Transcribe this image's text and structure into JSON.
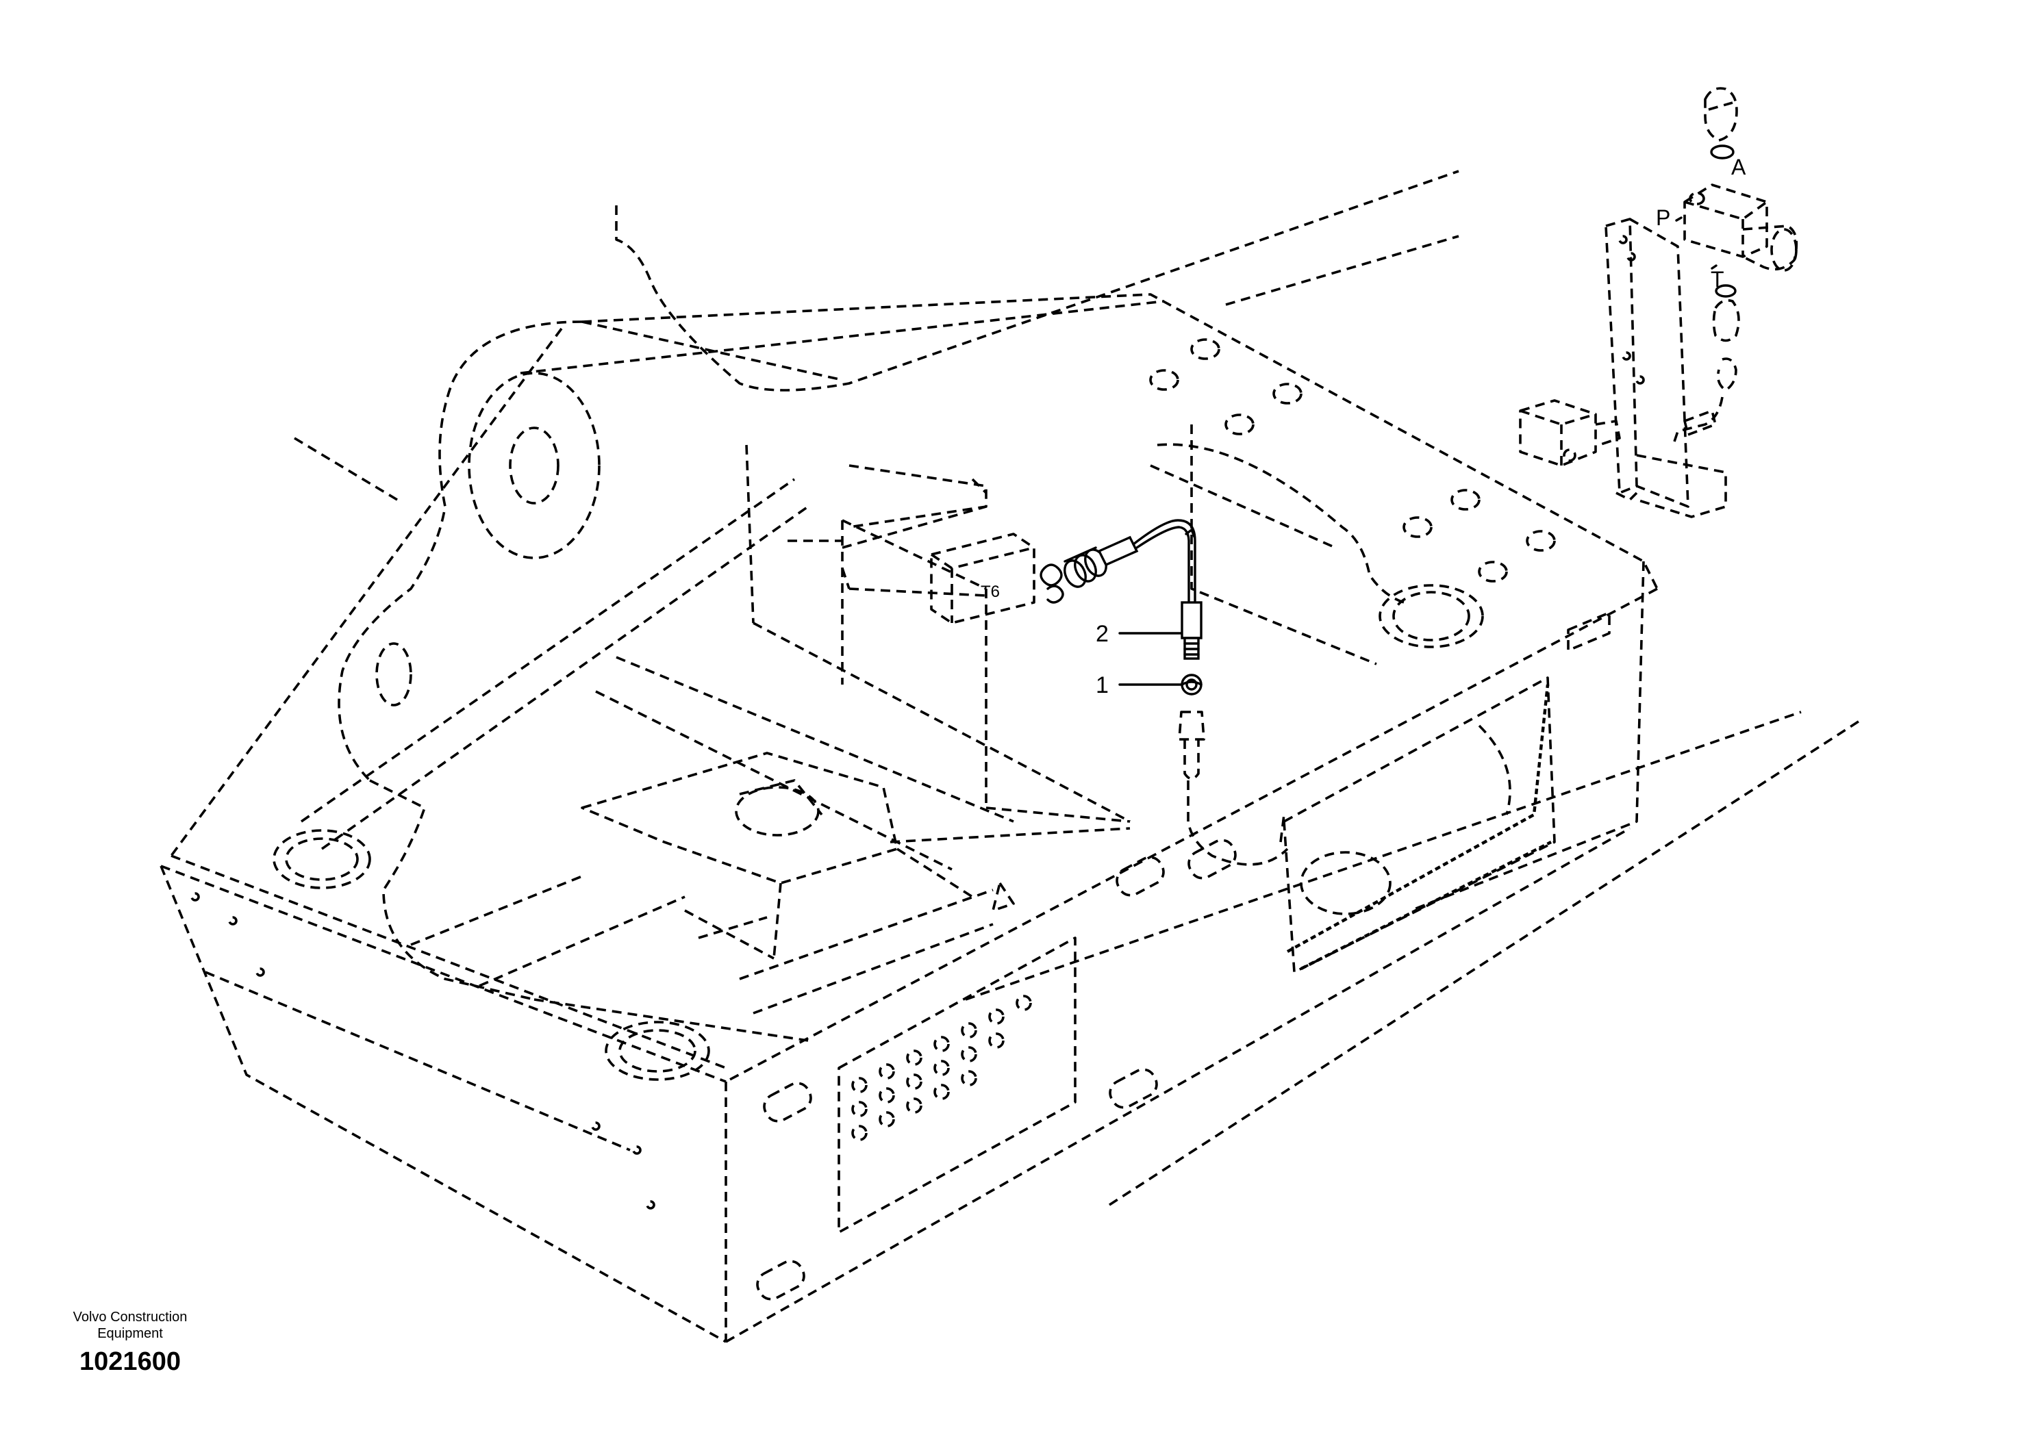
{
  "callouts": {
    "item_1": "1",
    "item_2": "2"
  },
  "port_labels": {
    "a": "A",
    "p": "P",
    "t": "T",
    "t6": "T6"
  },
  "footer": {
    "brand_line_1": "Volvo Construction",
    "brand_line_2": "Equipment",
    "drawing_number": "1021600"
  }
}
